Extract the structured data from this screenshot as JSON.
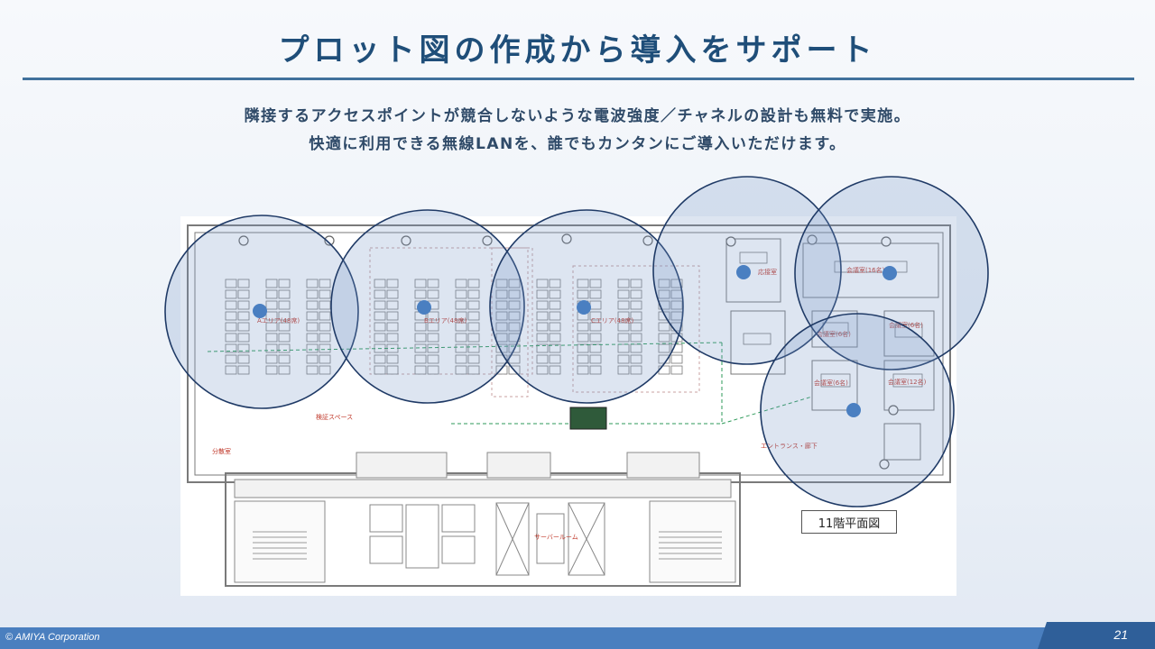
{
  "slide": {
    "title": "プロット図の作成から導入をサポート",
    "subtitle_line1": "隣接するアクセスポイントが競合しないような電波強度／チャネルの設計も無料で実施。",
    "subtitle_line2": "快適に利用できる無線LANを、誰でもカンタンにご導入いただけます。",
    "footer_copyright": "© AMIYA Corporation",
    "page_number": "21"
  },
  "floor_plan": {
    "floor_label": "11階平面図",
    "room_labels": [
      "Aエリア(48席)",
      "Bエリア(48席)",
      "Cエリア(48席)",
      "応接室",
      "会議室(16名)",
      "会議室(6名)",
      "会議室(6名)",
      "会議室(6名)",
      "会議室(12名)",
      "検証スペース",
      "エントランス・廊下",
      "サーバールーム",
      "分散室"
    ],
    "access_point_count": 6
  },
  "colors": {
    "title": "#1f4e79",
    "rule": "#41719c",
    "footer": "#4a7fbf",
    "coverage_fill": "rgba(120,150,200,0.25)",
    "coverage_stroke": "#1f3a66",
    "access_point": "#4a7fc1"
  }
}
